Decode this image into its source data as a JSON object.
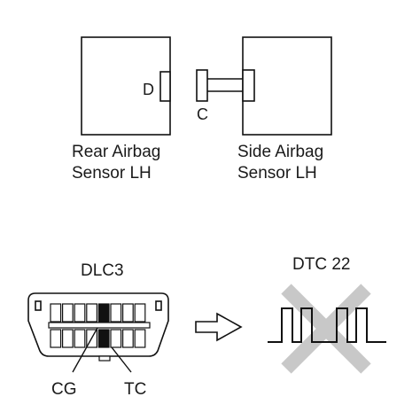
{
  "connector_section": {
    "rear_sensor": {
      "name_line1": "Rear Airbag",
      "name_line2": "Sensor LH",
      "connector_letter": "D"
    },
    "side_sensor": {
      "name_line1": "Side Airbag",
      "name_line2": "Sensor LH"
    },
    "connector_letter": "C"
  },
  "dlc_section": {
    "dlc_label": "DLC3",
    "terminal_cg": "CG",
    "terminal_tc": "TC",
    "dtc_label": "DTC 22",
    "arrow_icon": "hollow-right-arrow-icon",
    "cross_icon": "grey-x-mark-icon",
    "cross_color": "#c8c8c8"
  }
}
